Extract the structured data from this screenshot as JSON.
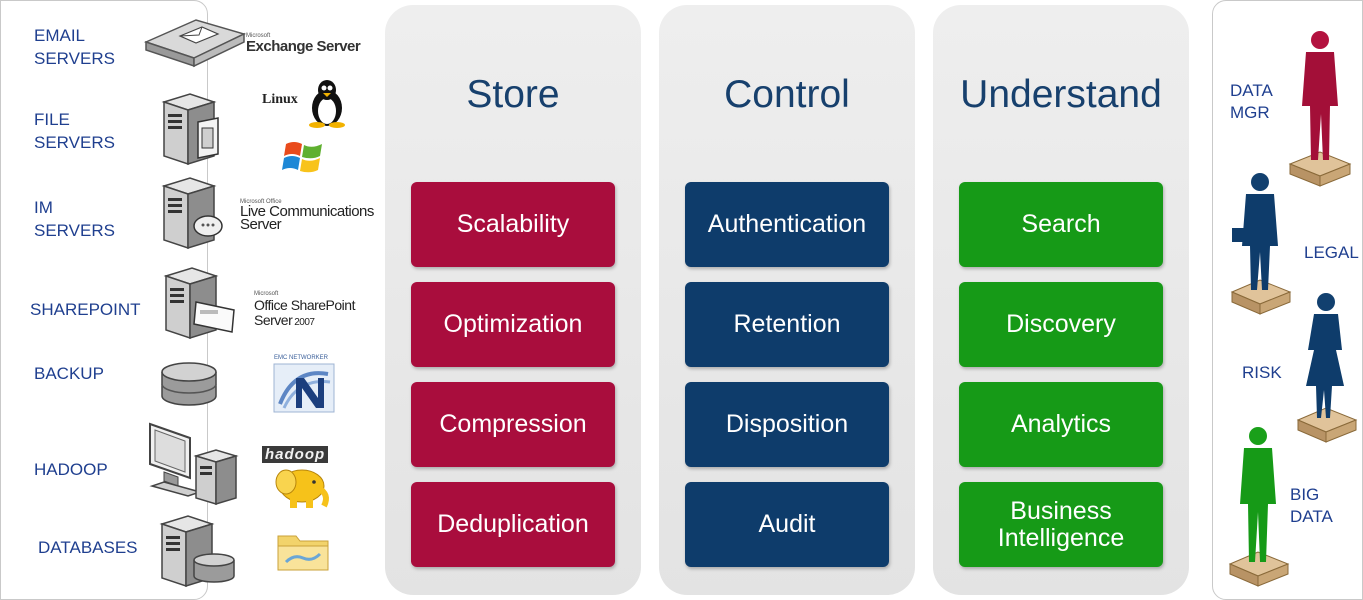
{
  "sources": {
    "email": "EMAIL\nSERVERS",
    "file": "FILE\nSERVERS",
    "im": "IM\nSERVERS",
    "sharepoint": "SHAREPOINT",
    "backup": "BACKUP",
    "hadoop": "HADOOP",
    "databases": "DATABASES"
  },
  "logos": {
    "exchange_small": "Microsoft",
    "exchange": "Exchange Server",
    "linux": "Linux",
    "lcs_small": "Microsoft Office",
    "lcs": "Live Communications\nServer",
    "sharepoint_small": "Microsoft",
    "sharepoint": "Office SharePoint",
    "sharepoint_server": "Server",
    "sharepoint_year": "2007",
    "emc": "EMC NETWORKER",
    "hadoop": "hadoop"
  },
  "columns": [
    {
      "title": "Store",
      "items": [
        "Scalability",
        "Optimization",
        "Compression",
        "Deduplication"
      ]
    },
    {
      "title": "Control",
      "items": [
        "Authentication",
        "Retention",
        "Disposition",
        "Audit"
      ]
    },
    {
      "title": "Understand",
      "items": [
        "Search",
        "Discovery",
        "Analytics",
        "Business\nIntelligence"
      ]
    }
  ],
  "roles": {
    "data_mgr": "DATA\nMGR",
    "legal": "LEGAL",
    "risk": "RISK",
    "big_data": "BIG\nDATA"
  },
  "colors": {
    "store": "#a90d3d",
    "control": "#0e3c6b",
    "understand": "#169a17",
    "title": "#17406d",
    "label": "#1f3f8f"
  }
}
